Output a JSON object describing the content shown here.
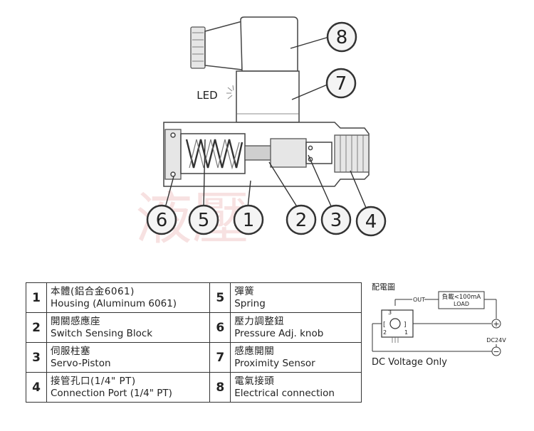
{
  "diagram": {
    "led_label": "LED",
    "callouts": [
      "8",
      "7",
      "6",
      "5",
      "1",
      "2",
      "3",
      "4"
    ],
    "watermark_text": "液壓"
  },
  "parts": [
    {
      "num": "1",
      "zh": "本體(鋁合金6061)",
      "en": "Housing (Aluminum 6061)"
    },
    {
      "num": "5",
      "zh": "彈簧",
      "en": "Spring"
    },
    {
      "num": "2",
      "zh": "開關感應座",
      "en": "Switch Sensing Block"
    },
    {
      "num": "6",
      "zh": "壓力調整鈕",
      "en": "Pressure Adj. knob"
    },
    {
      "num": "3",
      "zh": "伺服柱塞",
      "en": "Servo-Piston"
    },
    {
      "num": "7",
      "zh": "感應開關",
      "en": "Proximity Sensor"
    },
    {
      "num": "4",
      "zh": "接管孔口(1/4\" PT)",
      "en": "Connection Port (1/4\" PT)"
    },
    {
      "num": "8",
      "zh": "電氣接頭",
      "en": "Electrical connection"
    }
  ],
  "wiring": {
    "title": "配電圖",
    "out_label": "OUT",
    "load_label_1": "負載<100mA",
    "load_label_2": "LOAD",
    "plus_symbol": "+",
    "minus_symbol": "−",
    "voltage_label": "DC24V",
    "pin_3": "3",
    "pin_2": "2",
    "pin_1": "1",
    "note": "DC Voltage Only"
  },
  "colors": {
    "line": "#333333",
    "watermark": "#e8a8a8",
    "fill": "#f4f4f4"
  }
}
